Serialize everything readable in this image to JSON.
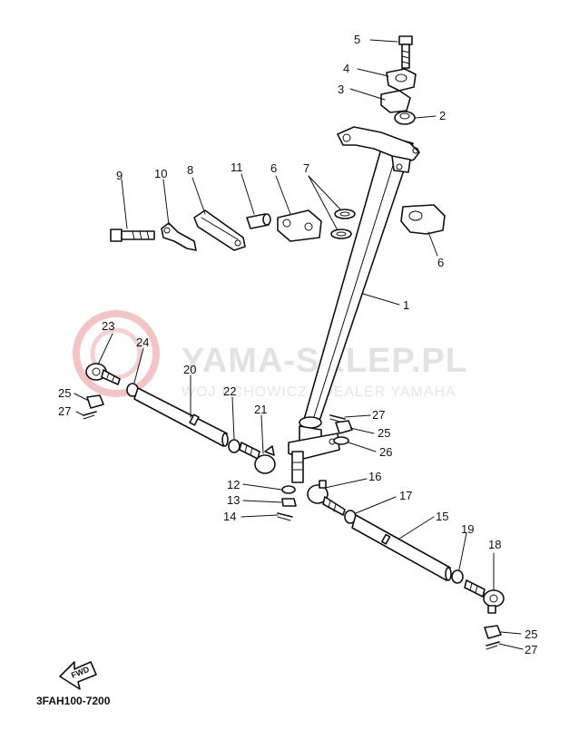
{
  "watermark": {
    "title": "YAMA-SKLEP.PL",
    "subtitle": "WOJ  ECHOWICZ | DEALER YAMAHA"
  },
  "fwd_label": "FWD",
  "diagram_code": "3FAH100-7200",
  "callouts": {
    "c1": "1",
    "c2": "2",
    "c3": "3",
    "c4": "4",
    "c5": "5",
    "c6a": "6",
    "c6b": "6",
    "c7": "7",
    "c8": "8",
    "c9": "9",
    "c10": "10",
    "c11": "11",
    "c12": "12",
    "c13": "13",
    "c14": "14",
    "c15": "15",
    "c16": "16",
    "c17": "17",
    "c18": "18",
    "c19": "19",
    "c20": "20",
    "c21": "21",
    "c22": "22",
    "c23": "23",
    "c24": "24",
    "c25a": "25",
    "c25b": "25",
    "c25c": "25",
    "c26": "26",
    "c27a": "27",
    "c27b": "27",
    "c27c": "27"
  },
  "colors": {
    "line": "#111111",
    "watermark": "#e2e2e2",
    "watermark_logo": "#f2c4c4"
  }
}
